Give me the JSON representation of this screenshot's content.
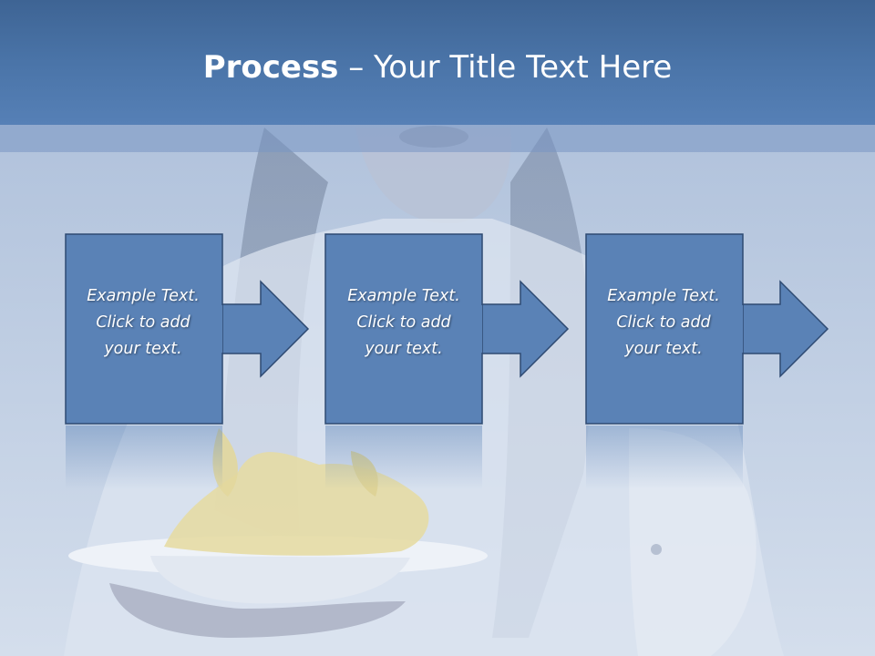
{
  "slide": {
    "title_bold": "Process",
    "title_rest": " – Your Title Text Here"
  },
  "steps": [
    {
      "line1": "Example Text.",
      "line2": "Click  to add",
      "line3": "your text."
    },
    {
      "line1": "Example Text.",
      "line2": "Click  to add",
      "line3": "your text."
    },
    {
      "line1": "Example Text.",
      "line2": "Click  to add",
      "line3": "your text."
    }
  ],
  "colors": {
    "title_bar": "#4a74a8",
    "box_fill": "#5a82b6",
    "box_border": "#2e4a72",
    "title_text": "#ffffff"
  }
}
